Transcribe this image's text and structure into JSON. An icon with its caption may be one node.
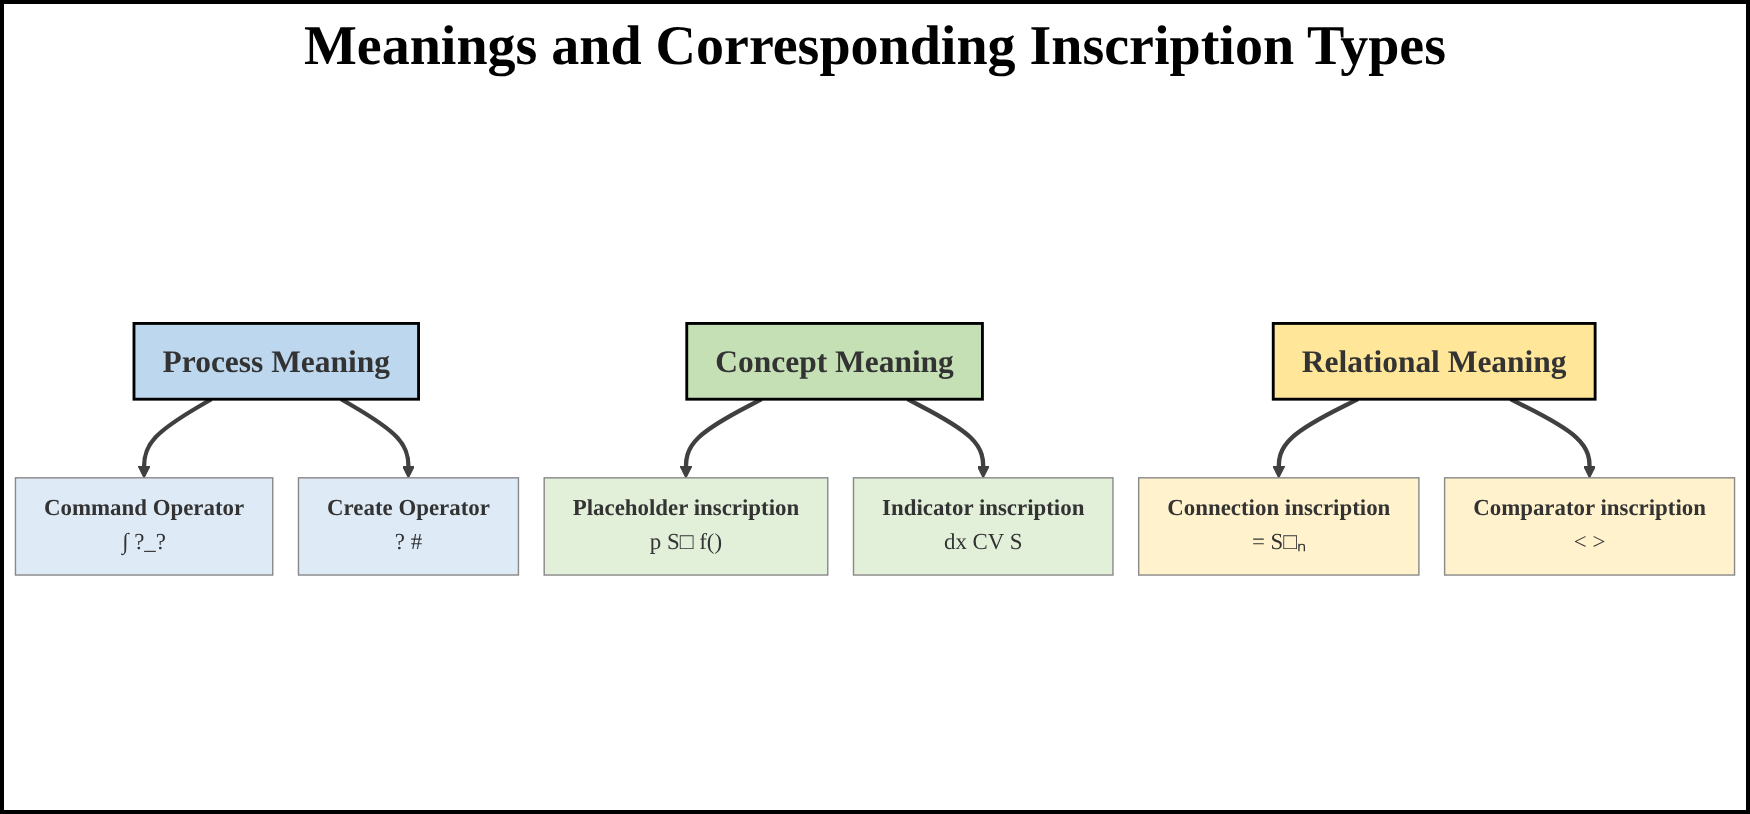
{
  "diagram": {
    "title": "Meanings and Corresponding Inscription Types",
    "nodes": [
      {
        "text": [
          "Process Meaning"
        ]
      },
      {
        "text": [
          "Concept Meaning"
        ]
      },
      {
        "text": [
          "Relational Meaning"
        ]
      },
      {
        "text": [
          "Command Operator",
          "∫ ?_?"
        ]
      },
      {
        "text": [
          "Create Operator",
          "? #"
        ]
      },
      {
        "text": [
          "Placeholder inscription",
          "p S□ f()"
        ]
      },
      {
        "text": [
          "Indicator inscription",
          "dx CV S"
        ]
      },
      {
        "text": [
          "Connection inscription",
          "= S□ₙ"
        ]
      },
      {
        "text": [
          "Comparator inscription",
          "< >"
        ]
      }
    ],
    "edges": [
      {
        "from": 0,
        "to": 3,
        "arrow": "to"
      },
      {
        "from": 0,
        "to": 4,
        "arrow": "to"
      },
      {
        "from": 1,
        "to": 5,
        "arrow": "to"
      },
      {
        "from": 1,
        "to": 6,
        "arrow": "to"
      },
      {
        "from": 2,
        "to": 7,
        "arrow": "to"
      },
      {
        "from": 2,
        "to": 8,
        "arrow": "to"
      }
    ]
  }
}
